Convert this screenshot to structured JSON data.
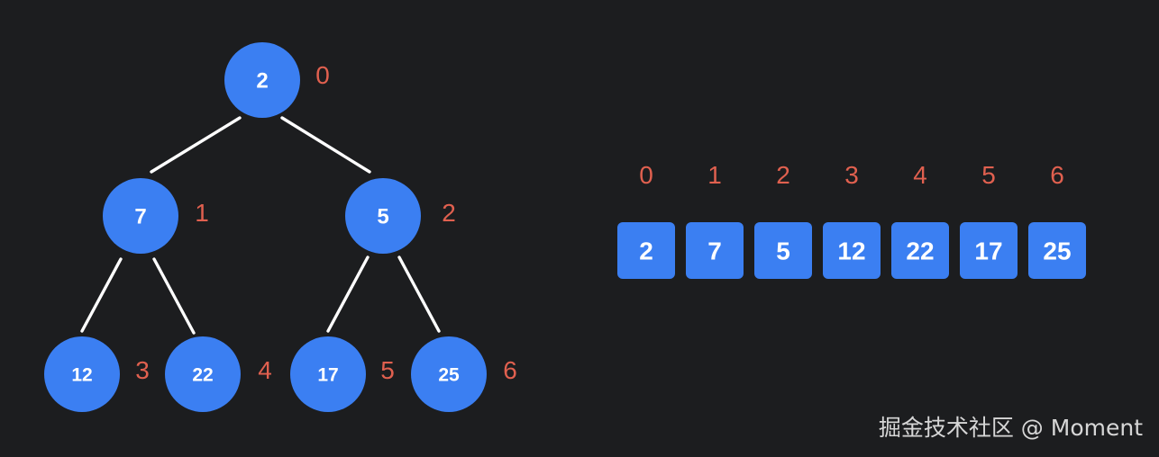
{
  "colors": {
    "background": "#1c1d1f",
    "node_fill": "#3b7ff2",
    "edge": "#ffffff",
    "index_text": "#e0604f",
    "value_text": "#ffffff"
  },
  "tree": {
    "nodes": [
      {
        "index": "0",
        "value": "2"
      },
      {
        "index": "1",
        "value": "7"
      },
      {
        "index": "2",
        "value": "5"
      },
      {
        "index": "3",
        "value": "12"
      },
      {
        "index": "4",
        "value": "22"
      },
      {
        "index": "5",
        "value": "17"
      },
      {
        "index": "6",
        "value": "25"
      }
    ]
  },
  "array": {
    "cells": [
      {
        "index": "0",
        "value": "2"
      },
      {
        "index": "1",
        "value": "7"
      },
      {
        "index": "2",
        "value": "5"
      },
      {
        "index": "3",
        "value": "12"
      },
      {
        "index": "4",
        "value": "22"
      },
      {
        "index": "5",
        "value": "17"
      },
      {
        "index": "6",
        "value": "25"
      }
    ]
  },
  "watermark": "掘金技术社区 @ Moment"
}
